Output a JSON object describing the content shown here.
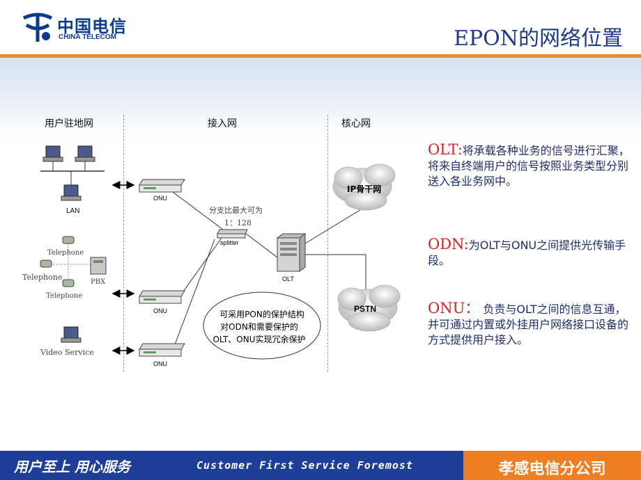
{
  "header": {
    "logo_cn": "中国电信",
    "logo_en": "CHINA TELECOM",
    "title": "EPON的网络位置"
  },
  "diagram": {
    "zones": [
      "用户驻地网",
      "接入网",
      "核心网"
    ],
    "labels": {
      "lan": "LAN",
      "telephone": "Telephone",
      "pbx": "PBX",
      "video": "Video Service",
      "onu": "ONU",
      "splitter": "splitter",
      "olt": "OLT",
      "ratio_line1": "分支比最大可为",
      "ratio_line2": "1：128",
      "ip_cloud": "IP骨干网",
      "pstn_cloud": "PSTN",
      "protect_line1": "可采用PON的保护结构",
      "protect_line2": "对ODN和需要保护的",
      "protect_line3": "OLT、ONU实现冗余保护"
    }
  },
  "descriptions": [
    {
      "key": "OLT:",
      "text": "将承载各种业务的信号进行汇聚，将来自终端用户的信号按照业务类型分别送入各业务网中。"
    },
    {
      "key": "ODN:",
      "text": "为OLT与ONU之间提供光传输手段。"
    },
    {
      "key": "ONU：",
      "text": " 负责与OLT之间的信息互通，并可通过内置或外挂用户网络接口设备的方式提供用户接入。"
    }
  ],
  "footer": {
    "slogan_cn": "用户至上 用心服务",
    "slogan_en": "Customer First Service Foremost",
    "company": "孝感电信分公司"
  },
  "colors": {
    "brand_blue": "#1e3f97",
    "brand_orange": "#ef7d22",
    "key_red": "#d42020"
  }
}
